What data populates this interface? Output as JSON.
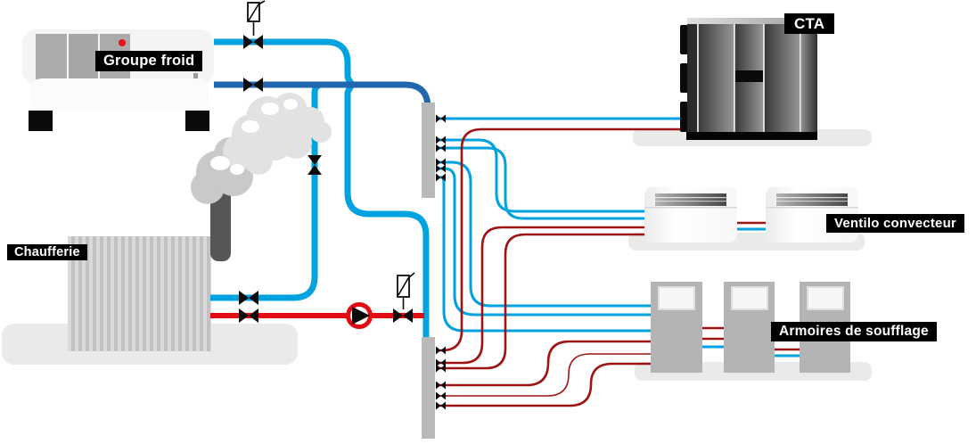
{
  "diagram": {
    "title_labels": {
      "chiller": "Groupe froid",
      "boiler": "Chaufferie",
      "ahu": "CTA",
      "fan_coil": "Ventilo convecteur",
      "blow_cabinets": "Armoires de soufflage"
    },
    "colors": {
      "cold_supply": "#00a3e0",
      "cold_return": "#2166ae",
      "hot_supply": "#e30b13",
      "hot_return": "#9e1313",
      "equipment_gray": "#b4b4b4",
      "platform": "#e8ebe8",
      "label_bg": "#000000",
      "label_text": "#ffffff"
    }
  }
}
